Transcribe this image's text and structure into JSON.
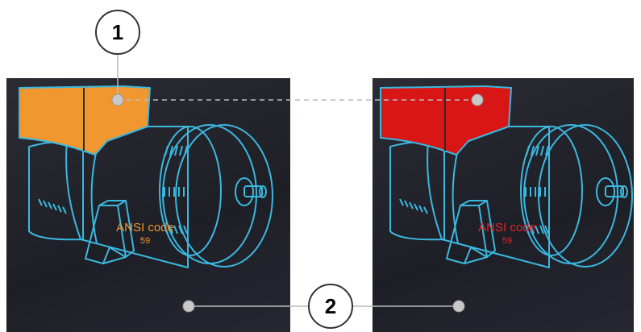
{
  "callouts": {
    "one": "1",
    "two": "2"
  },
  "left_panel": {
    "ansi_label": "ANSI code",
    "ansi_value": "59",
    "highlight_color": "#f0972f",
    "text_color": "#f0972f"
  },
  "right_panel": {
    "ansi_label": "ANSI code",
    "ansi_value": "59",
    "highlight_color": "#d91616",
    "text_color": "#e3242b"
  },
  "colors": {
    "outline": "#3bb8e0",
    "leader_line": "#bbbbbb",
    "dot": "#c8c8c8"
  },
  "icons": [
    "generator-illustration",
    "terminal-box",
    "shaft"
  ]
}
